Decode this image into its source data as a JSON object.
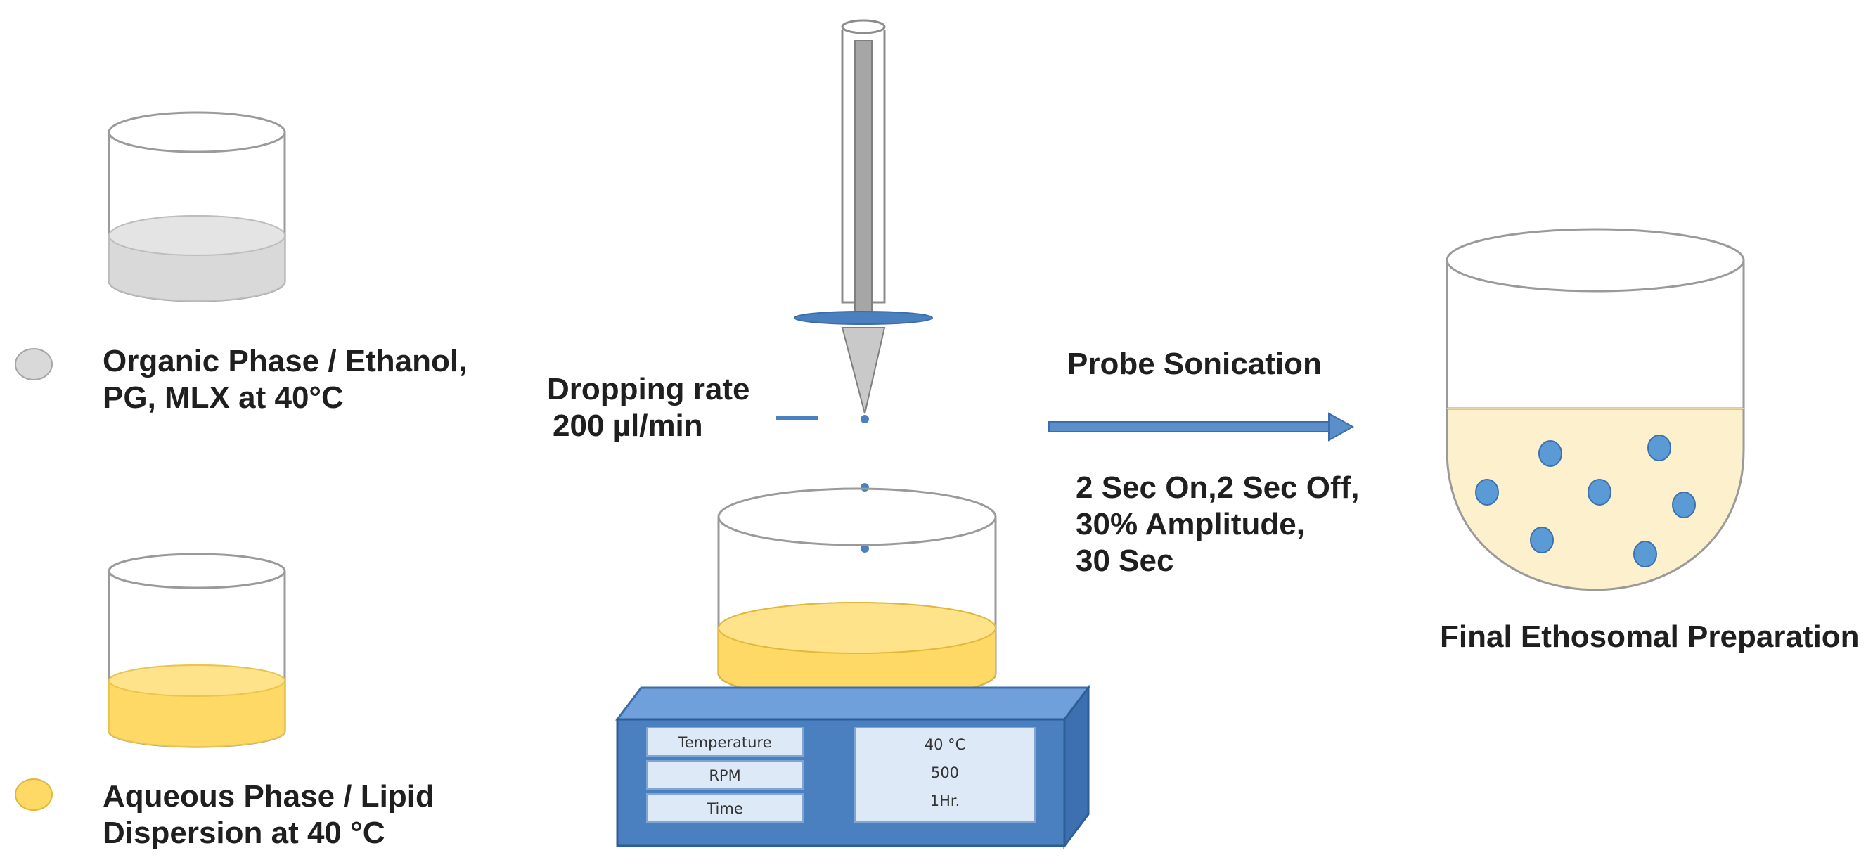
{
  "legend": {
    "organic": {
      "line1": "Organic Phase / Ethanol,",
      "line2": "PG, MLX at 40°C",
      "color": "#d9d9d9"
    },
    "aqueous": {
      "line1": "Aqueous Phase / Lipid",
      "line2": "Dispersion at 40 °C",
      "color": "#ffd966"
    }
  },
  "dropping": {
    "line1": "Dropping rate",
    "line2": "200 µl/min"
  },
  "sonication": {
    "title": "Probe Sonication",
    "line1": "2 Sec On,2 Sec Off,",
    "line2": "30% Amplitude,",
    "line3": "30 Sec"
  },
  "final": {
    "label": "Final Ethosomal Preparation"
  },
  "stirrer": {
    "labels": [
      "Temperature",
      "RPM",
      "Time"
    ],
    "values": [
      "40 °C",
      "500",
      "1Hr."
    ]
  },
  "colors": {
    "accent_blue": "#4a7fc0",
    "particle_blue": "#5b9bd5",
    "yellow_liquid": "#ffd966",
    "cream_liquid": "#fdf0cc",
    "grey_liquid": "#d9d9d9"
  }
}
